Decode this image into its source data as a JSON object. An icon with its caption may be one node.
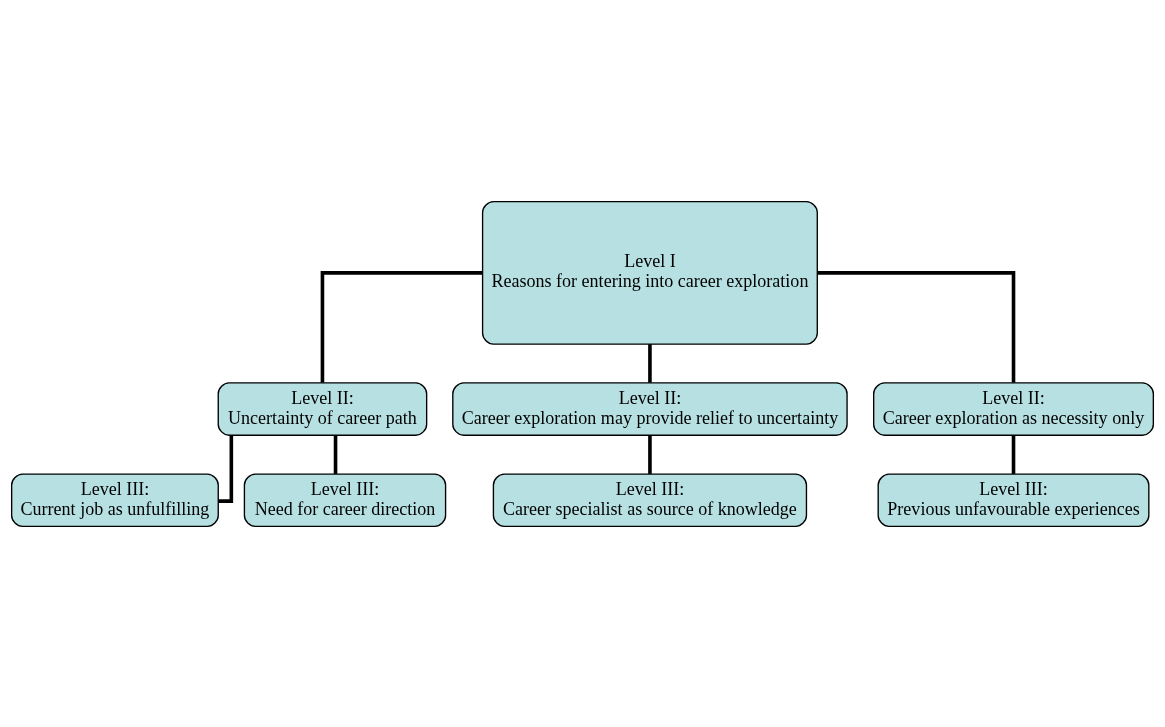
{
  "diagram": {
    "nodes": [
      {
        "text": [
          "Level I",
          "Reasons for entering into career exploration"
        ]
      },
      {
        "text": [
          "Level II:",
          "Uncertainty of career path"
        ]
      },
      {
        "text": [
          "Level II:",
          "Career exploration may provide relief to uncertainty"
        ]
      },
      {
        "text": [
          "Level II:",
          "Career exploration as necessity only"
        ]
      },
      {
        "text": [
          "Level III:",
          "Current job as unfulfilling"
        ]
      },
      {
        "text": [
          "Level III:",
          "Need for career direction"
        ]
      },
      {
        "text": [
          "Level III:",
          "Career specialist as source of knowledge"
        ]
      },
      {
        "text": [
          "Level III:",
          "Previous unfavourable experiences"
        ]
      }
    ],
    "edges": [
      {
        "from": 0,
        "to": 1,
        "arrow": "none"
      },
      {
        "from": 0,
        "to": 2,
        "arrow": "none"
      },
      {
        "from": 0,
        "to": 3,
        "arrow": "none"
      },
      {
        "from": 1,
        "to": 4,
        "arrow": "none"
      },
      {
        "from": 1,
        "to": 5,
        "arrow": "none"
      },
      {
        "from": 2,
        "to": 6,
        "arrow": "none"
      },
      {
        "from": 3,
        "to": 7,
        "arrow": "none"
      }
    ]
  }
}
